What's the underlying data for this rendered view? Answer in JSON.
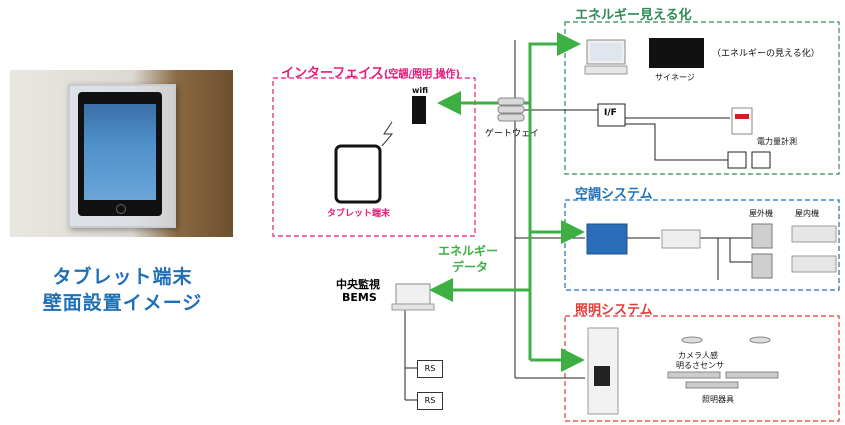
{
  "photo": {
    "caption_line1": "タブレット端末",
    "caption_line2": "壁面設置イメージ"
  },
  "interface_box": {
    "title_main": "インターフェイス",
    "title_sub": "(空調/照明 操作)",
    "wifi_label": "wifi",
    "tablet_label": "タブレット端末",
    "color": "#e8197a"
  },
  "gateway": {
    "label": "ゲートウェイ"
  },
  "visualization": {
    "title": "エネルギー見える化",
    "note": "（エネルギーの見える化）",
    "signage_label": "サイネージ",
    "if_label": "I/F",
    "meter_label": "電力量計測",
    "color": "#2e8b57"
  },
  "hvac": {
    "title": "空調システム",
    "outdoor_label": "屋外機",
    "indoor_label": "屋内機",
    "color": "#1f6fb5"
  },
  "lighting": {
    "title": "照明システム",
    "sensor_label_1": "カメラ人感",
    "sensor_label_2": "明るさセンサ",
    "fixture_label": "照明器具",
    "color": "#e53935"
  },
  "energy_data": {
    "line1": "エネルギー",
    "line2": "データ",
    "color": "#3cb043"
  },
  "bems": {
    "line1": "中央監視",
    "line2": "BEMS"
  },
  "rs_boxes": [
    "RS",
    "RS"
  ]
}
